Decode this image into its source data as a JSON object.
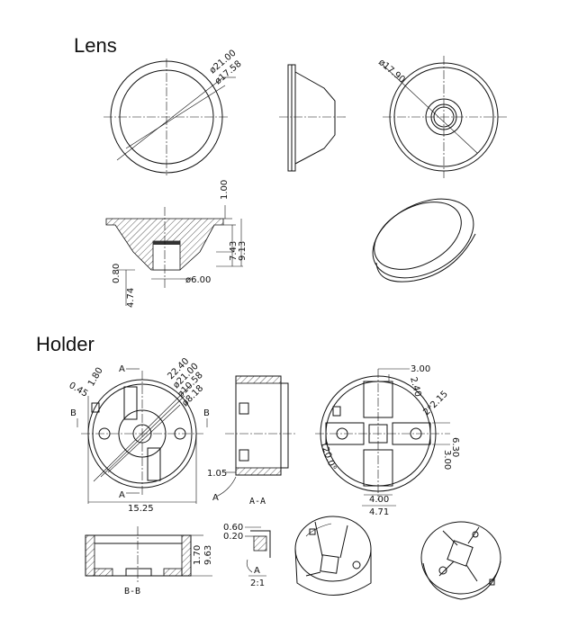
{
  "sections": {
    "lens_title": "Lens",
    "holder_title": "Holder"
  },
  "lens": {
    "top_dims": [
      "ø21.00",
      "ø17.58"
    ],
    "right_dim": "ø17.90",
    "thickness": "1.00",
    "h1": "7.43",
    "h2": "9.13",
    "h3": "0.80",
    "h4": "4.74",
    "bottom_dia": "ø6.00"
  },
  "holder": {
    "front_dims": [
      "0.45",
      "1.80",
      "22.40",
      "ø21.00",
      "ø10.58",
      "ø8.18"
    ],
    "section_letters": {
      "a": "A",
      "b": "B"
    },
    "width": "15.25",
    "side_dim": "1.05",
    "side_caption": "A-A",
    "top_dims": [
      "3.00",
      "2.40",
      "2*2.15",
      "6.30",
      "3.00",
      "4.00",
      "4.71"
    ],
    "angle": "120.0°",
    "bottom_caption": "B-B",
    "bottom_dims": [
      "1.70",
      "9.63"
    ],
    "detail_dims": [
      "0.60",
      "0.20"
    ],
    "detail_label": "A",
    "detail_scale": "2:1"
  }
}
